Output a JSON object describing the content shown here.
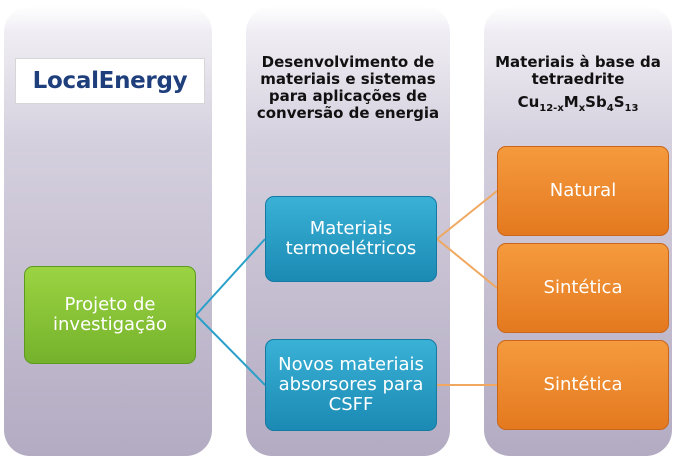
{
  "logo": {
    "text": "LocalEnergy"
  },
  "columns": {
    "middle": {
      "header": "Desenvolvimento de materiais e sistemas para aplicações de conversão de energia"
    },
    "right": {
      "header": "Materiais à base da tetraedrite",
      "formula": {
        "cu": "Cu",
        "cu_sub": "12-x",
        "m": "M",
        "m_sub": "x",
        "sb": "Sb",
        "sb_sub": "4",
        "s": "S",
        "s_sub": "13"
      }
    }
  },
  "nodes": {
    "root": "Projeto de investigação",
    "thermo": "Materiais termoelétricos",
    "novos": "Novos materiais absorsores para CSFF",
    "natural": "Natural",
    "sintetica1": "Sintética",
    "sintetica2": "Sintética"
  },
  "colors": {
    "green": "#7dbb2f",
    "blue": "#2498c3",
    "orange": "#ea8229",
    "connector_blue": "#2aa0c9",
    "connector_orange": "#f0a860",
    "column_bg": "#c4bdd0",
    "logo_text": "#1f3e7c"
  }
}
